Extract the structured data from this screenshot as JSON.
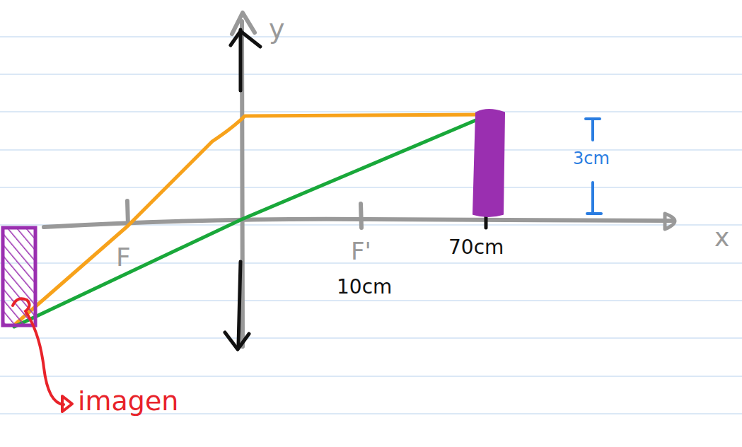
{
  "diagram": {
    "labels": [
      "y",
      "F",
      "F'",
      "10cm",
      "70cm",
      "3cm",
      "x",
      "imagen"
    ]
  }
}
